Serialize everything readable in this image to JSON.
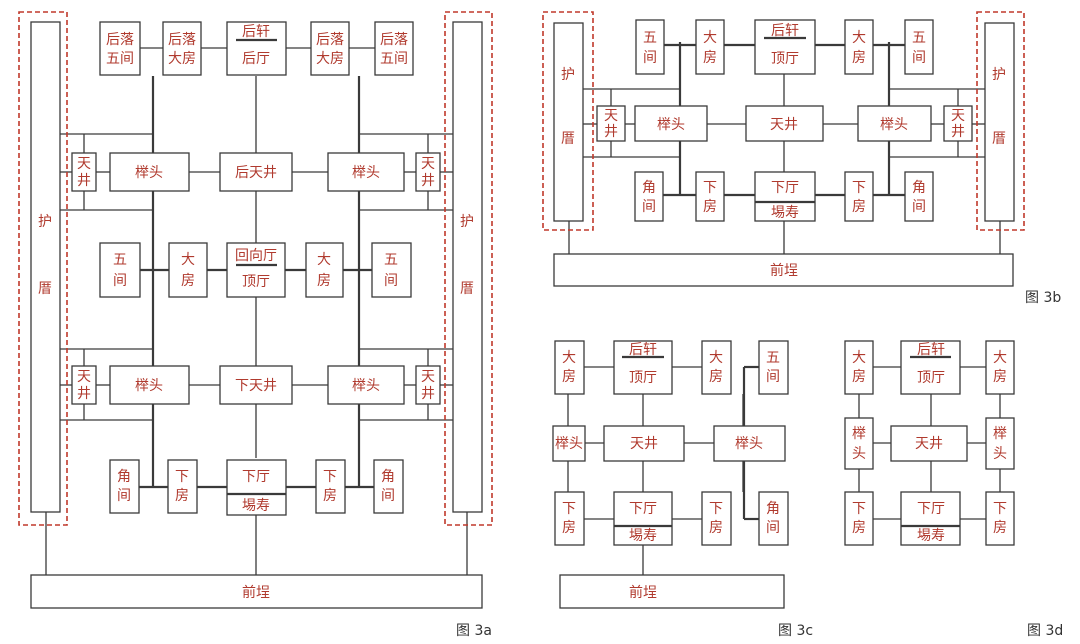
{
  "colors": {
    "label": "#b03a2e",
    "line": "#3a3a3a",
    "dashed_frame": "#c0392b"
  },
  "labels": {
    "hou_luo_wu_jian": [
      "后落",
      "五间"
    ],
    "hou_luo_da_fang": [
      "后落",
      "大房"
    ],
    "hou_xuan_hou_ting": [
      "后轩",
      "后厅"
    ],
    "tian_jing_v": [
      "天",
      "井"
    ],
    "zhuan_tou": "榉头",
    "hou_tian_jing": "后天井",
    "wu_jian": [
      "五",
      "间"
    ],
    "da_fang": [
      "大",
      "房"
    ],
    "hui_xiang_ting_ding_ting": [
      "回向厅",
      "顶厅"
    ],
    "xia_tian_jing": "下天井",
    "jiao_jian": [
      "角",
      "间"
    ],
    "xia_fang": [
      "下",
      "房"
    ],
    "xia_ting_ta_shou": [
      "下厅",
      "埸寿"
    ],
    "hu_cuo": [
      "护",
      "厝"
    ],
    "qian_cheng": "前埕",
    "hou_xuan_ding_ting": [
      "后轩",
      "顶厅"
    ],
    "tian_jing": "天井",
    "zhuan_tou_3c": "榉头",
    "zhuan_tou_v": [
      "榉",
      "头"
    ]
  },
  "captions": {
    "fig_a": "图 3a",
    "fig_b": "图 3b",
    "fig_c": "图 3c",
    "fig_d": "图 3d"
  }
}
